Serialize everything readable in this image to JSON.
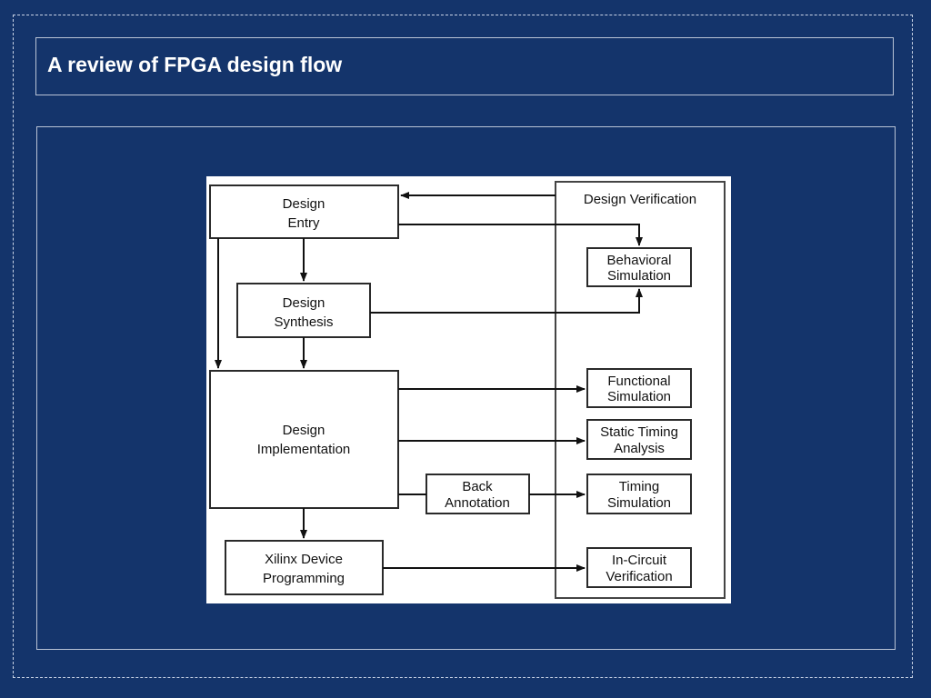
{
  "slide": {
    "title": "A review of FPGA design flow"
  },
  "diagram": {
    "verification_group": {
      "label": "Design Verification"
    },
    "nodes": {
      "design_entry": {
        "lines": [
          "Design",
          "Entry"
        ]
      },
      "design_synthesis": {
        "lines": [
          "Design",
          "Synthesis"
        ]
      },
      "design_implementation": {
        "lines": [
          "Design",
          "Implementation"
        ]
      },
      "back_annotation": {
        "lines": [
          "Back",
          "Annotation"
        ]
      },
      "xilinx_device_programming": {
        "lines": [
          "Xilinx Device",
          "Programming"
        ]
      },
      "behavioral_simulation": {
        "lines": [
          "Behavioral",
          "Simulation"
        ]
      },
      "functional_simulation": {
        "lines": [
          "Functional",
          "Simulation"
        ]
      },
      "static_timing_analysis": {
        "lines": [
          "Static Timing",
          "Analysis"
        ]
      },
      "timing_simulation": {
        "lines": [
          "Timing",
          "Simulation"
        ]
      },
      "in_circuit_verification": {
        "lines": [
          "In-Circuit",
          "Verification"
        ]
      }
    }
  }
}
